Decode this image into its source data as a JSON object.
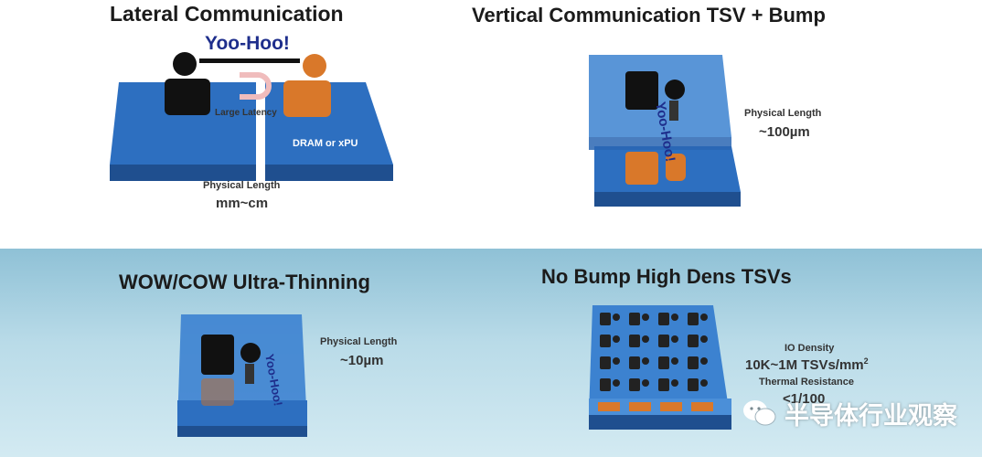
{
  "lateral": {
    "title": "Lateral Communication",
    "shout": "Yoo-Hoo!",
    "latency": "Large Latency",
    "chip": "DRAM or xPU",
    "length_label": "Physical Length",
    "length_value": "mm~cm"
  },
  "vertical": {
    "title": "Vertical Communication TSV + Bump",
    "shout": "Yoo-Hoo!",
    "length_label": "Physical Length",
    "length_value": "~100µm"
  },
  "wow": {
    "title": "WOW/COW Ultra-Thinning",
    "shout": "Yoo-Hoo!",
    "length_label": "Physical Length",
    "length_value": "~10µm"
  },
  "nobump": {
    "title": "No Bump High Dens TSVs",
    "density_label": "IO Density",
    "density_value": "10K~1M TSVs/mm",
    "density_sup": "2",
    "thermal_label": "Thermal Resistance",
    "thermal_value": "<1/100"
  },
  "watermark": {
    "text": "半导体行业观察",
    "icon": "wechat-icon"
  },
  "colors": {
    "chip_blue": "#2d6fc0",
    "chip_side": "#1f4f8f",
    "person_dark": "#111111",
    "person_orange": "#d9782a",
    "shout_text": "#1e2e8c"
  }
}
